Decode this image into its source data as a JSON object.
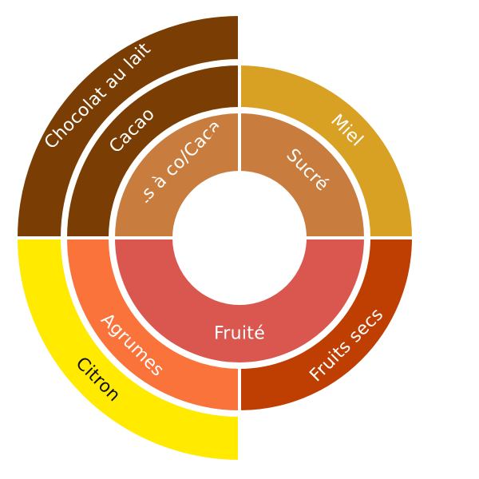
{
  "chart_data": {
    "type": "sunburst",
    "rings": [
      {
        "level": "inner",
        "segments": [
          {
            "label": "Fruits à co/Cacao",
            "start_deg": 180,
            "end_deg": 270,
            "color": "#C87D3E"
          },
          {
            "label": "Sucré",
            "start_deg": 270,
            "end_deg": 360,
            "color": "#C87D3E"
          },
          {
            "label": "Fruité",
            "start_deg": 0,
            "end_deg": 180,
            "color": "#D9574E"
          }
        ]
      },
      {
        "level": "middle",
        "segments": [
          {
            "label": "Cacao",
            "start_deg": 180,
            "end_deg": 270,
            "color": "#7A3E04"
          },
          {
            "label": "Miel",
            "start_deg": 270,
            "end_deg": 360,
            "color": "#D9A124"
          },
          {
            "label": "Fruits secs",
            "start_deg": 0,
            "end_deg": 90,
            "color": "#BF3E02"
          },
          {
            "label": "Agrumes",
            "start_deg": 90,
            "end_deg": 180,
            "color": "#FA733A"
          }
        ]
      },
      {
        "level": "outer",
        "segments": [
          {
            "label": "Chocolat au lait",
            "start_deg": 180,
            "end_deg": 270,
            "color": "#7A3E04"
          },
          {
            "label": "Citron",
            "start_deg": 90,
            "end_deg": 180,
            "color": "#FFEA00",
            "dark_text": true
          }
        ]
      }
    ]
  }
}
